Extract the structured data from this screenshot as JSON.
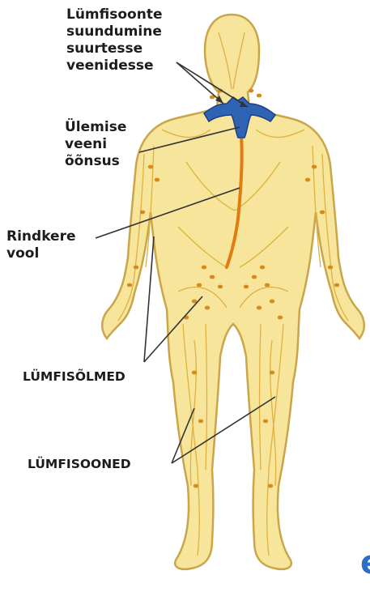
{
  "labels": {
    "thoracic_trunk_drainage": "Lümfisoonte\nsuundumine\nsuurtesse\nveenidesse",
    "superior_vena_cava": "Ülemise\nveeni\nõõnsus",
    "thoracic_duct": "Rindkere\nvool",
    "lymph_nodes": "LÜMFISÕLMED",
    "lymph_vessels": "LÜMFISOONED"
  },
  "cropped_text_fragment": "e",
  "colors": {
    "skin": "#f6e59a",
    "skin_outline": "#caa64a",
    "vessel": "#e0b040",
    "node": "#d78a1c",
    "duct": "#e07c10",
    "vein": "#2f63b4",
    "vein_dark": "#1d3f80",
    "leader_line": "#333333",
    "fragment_text": "#2e6cc9"
  }
}
